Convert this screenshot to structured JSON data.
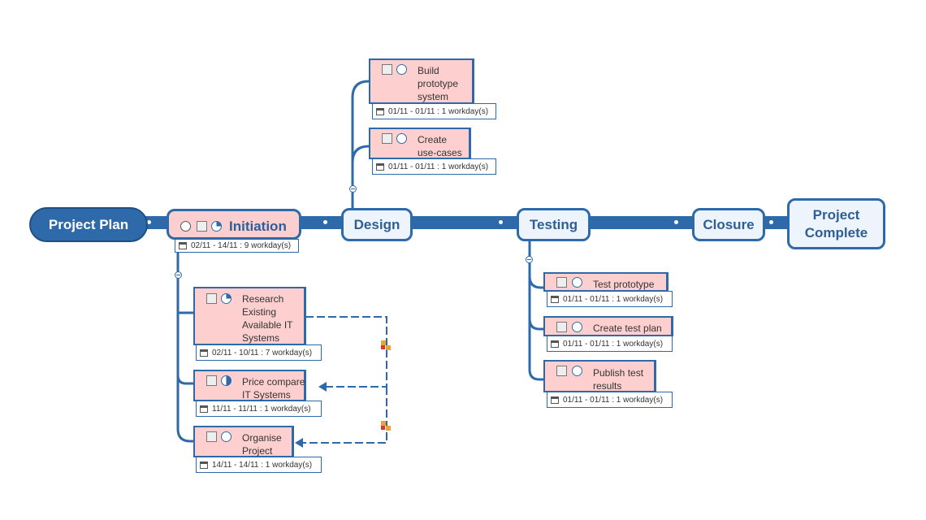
{
  "root": {
    "label": "Project Plan"
  },
  "phases": {
    "initiation": {
      "label": "Initiation",
      "date": "02/11 - 14/11 : 9 workday(s)"
    },
    "design": {
      "label": "Design"
    },
    "testing": {
      "label": "Testing"
    },
    "closure": {
      "label": "Closure"
    },
    "complete": {
      "label": "Project Complete"
    }
  },
  "tasks": {
    "research": {
      "label": "Research Existing Available IT Systems",
      "date": "02/11 - 10/11 : 7 workday(s)",
      "progress": 0.25
    },
    "price_compare": {
      "label": "Price compare IT Systems",
      "date": "11/11 - 11/11 : 1 workday(s)",
      "progress": 0.5
    },
    "organise": {
      "label": "Organise Project",
      "date": "14/11 - 14/11 : 1 workday(s)",
      "progress": 0
    },
    "build_prototype": {
      "label": "Build prototype system",
      "date": "01/11 - 01/11 : 1 workday(s)",
      "progress": 0
    },
    "use_cases": {
      "label": "Create use-cases",
      "date": "01/11 - 01/11 : 1 workday(s)",
      "progress": 0
    },
    "test_prototype": {
      "label": "Test prototype",
      "date": "01/11 - 01/11 : 1 workday(s)",
      "progress": 0
    },
    "test_plan": {
      "label": "Create test plan",
      "date": "01/11 - 01/11 : 1 workday(s)",
      "progress": 0
    },
    "publish_results": {
      "label": "Publish test results",
      "date": "01/11 - 01/11 : 1 workday(s)",
      "progress": 0
    }
  },
  "colors": {
    "line": "#2e6aa9",
    "task_fill": "#fdcfcf",
    "node_fill": "#eef4fb",
    "root_fill": "#2e6aa9"
  },
  "icons": [
    "clock-icon",
    "task-icon",
    "progress-pie-icon",
    "collapse-icon",
    "calendar-icon",
    "dependency-icon"
  ]
}
